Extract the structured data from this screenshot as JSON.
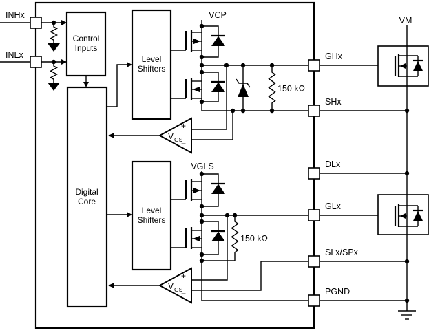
{
  "colors": {
    "line": "#000000",
    "background": "#ffffff"
  },
  "left_pins": [
    {
      "label": "INHx"
    },
    {
      "label": "INLx"
    }
  ],
  "right_pins": [
    {
      "label": "GHx"
    },
    {
      "label": "SHx"
    },
    {
      "label": "DLx"
    },
    {
      "label": "GLx"
    },
    {
      "label": "SLx/SPx"
    },
    {
      "label": "PGND"
    }
  ],
  "supplies": {
    "charge_pump": "VCP",
    "low_side_rail": "VGLS",
    "motor_rail": "VM"
  },
  "blocks": {
    "control_inputs": {
      "line1": "Control",
      "line2": "Inputs"
    },
    "level_shifters_high": {
      "line1": "Level",
      "line2": "Shifters"
    },
    "level_shifters_low": {
      "line1": "Level",
      "line2": "Shifters"
    },
    "digital_core": {
      "line1": "Digital",
      "line2": "Core"
    }
  },
  "comparators": {
    "high_side": {
      "label": "V",
      "subscript": "GS",
      "plus": "+",
      "minus": "−"
    },
    "low_side": {
      "label": "V",
      "subscript": "GS",
      "plus": "+",
      "minus": "−"
    }
  },
  "resistors": {
    "high_side_gate_source": "150 kΩ",
    "low_side_gate_source": "150 kΩ"
  }
}
